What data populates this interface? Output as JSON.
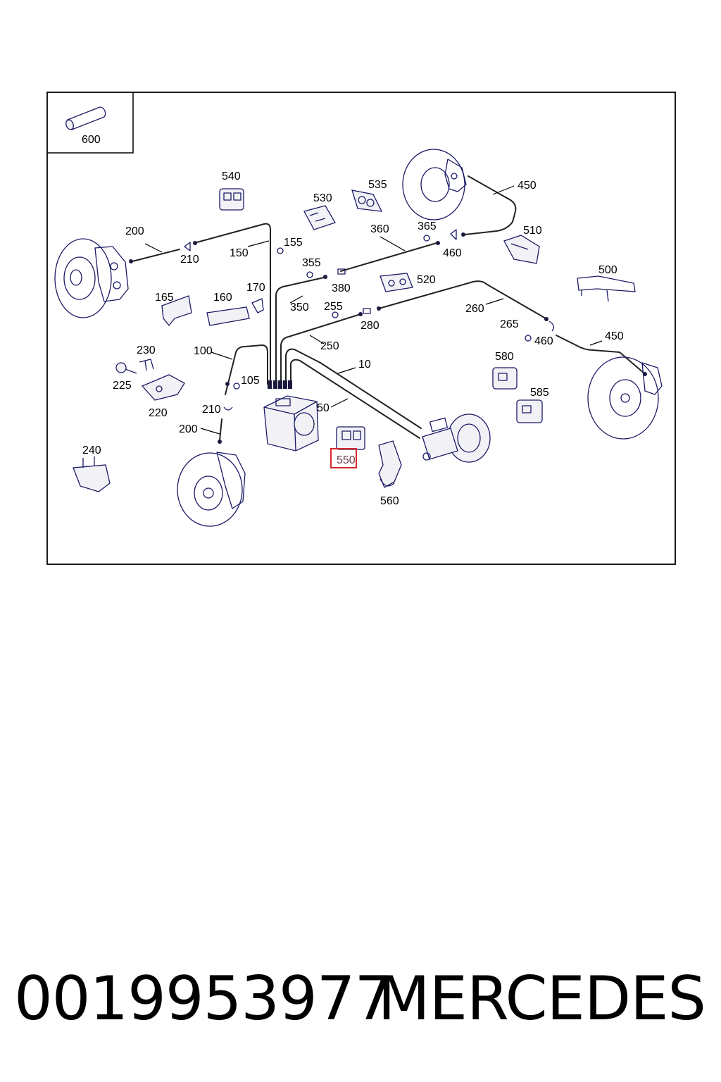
{
  "part_number": "0019953977",
  "brand": "MERCEDES",
  "highlighted_callout": "550",
  "colors": {
    "highlight_box": "#d9262b",
    "line_art": "#1a1a66"
  },
  "callouts": {
    "c600": "600",
    "c540": "540",
    "c530": "530",
    "c535": "535",
    "c450a": "450",
    "c200a": "200",
    "c210a": "210",
    "c150": "150",
    "c155": "155",
    "c360": "360",
    "c365": "365",
    "c460a": "460",
    "c510": "510",
    "c355": "355",
    "c380": "380",
    "c520": "520",
    "c500": "500",
    "c165": "165",
    "c160": "160",
    "c170": "170",
    "c350": "350",
    "c255": "255",
    "c260": "260",
    "c280": "280",
    "c265": "265",
    "c460b": "460",
    "c450b": "450",
    "c230": "230",
    "c100": "100",
    "c250": "250",
    "c10": "10",
    "c580": "580",
    "c105": "105",
    "c225": "225",
    "c585": "585",
    "c220": "220",
    "c210b": "210",
    "c50": "50",
    "c200b": "200",
    "c240": "240",
    "c550": "550",
    "c560": "560"
  }
}
